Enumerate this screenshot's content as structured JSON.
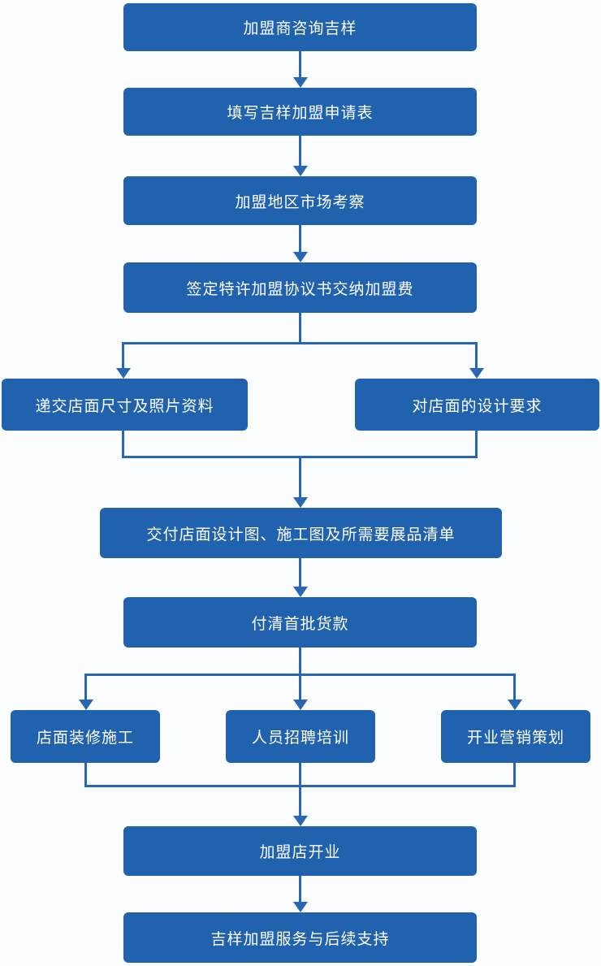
{
  "flowchart": {
    "description": "Franchise joining process flowchart (vertical, top to bottom)",
    "colors": {
      "node_fill": "#2162ae",
      "connector": "#2a67b2",
      "node_text": "#ffffff",
      "background": "#fcfdff"
    },
    "nodes": [
      {
        "id": "consult",
        "label": "加盟商咨询吉样"
      },
      {
        "id": "application-form",
        "label": "填写吉样加盟申请表"
      },
      {
        "id": "market-survey",
        "label": "加盟地区市场考察"
      },
      {
        "id": "sign-agreement",
        "label": "签定特许加盟协议书交纳加盟费"
      },
      {
        "id": "submit-store-info",
        "label": "递交店面尺寸及照片资料"
      },
      {
        "id": "design-requirements",
        "label": "对店面的设计要求"
      },
      {
        "id": "deliver-drawings",
        "label": "交付店面设计图、施工图及所需要展品清单"
      },
      {
        "id": "first-payment",
        "label": "付清首批货款"
      },
      {
        "id": "store-renovation",
        "label": "店面装修施工"
      },
      {
        "id": "staff-recruitment",
        "label": "人员招聘培训"
      },
      {
        "id": "opening-marketing",
        "label": "开业营销策划"
      },
      {
        "id": "store-opening",
        "label": "加盟店开业"
      },
      {
        "id": "followup-support",
        "label": "吉样加盟服务与后续支持"
      }
    ],
    "edges": [
      {
        "from": "consult",
        "to": "application-form"
      },
      {
        "from": "application-form",
        "to": "market-survey"
      },
      {
        "from": "market-survey",
        "to": "sign-agreement"
      },
      {
        "from": "sign-agreement",
        "to": "submit-store-info"
      },
      {
        "from": "sign-agreement",
        "to": "design-requirements"
      },
      {
        "from": "submit-store-info",
        "to": "deliver-drawings"
      },
      {
        "from": "design-requirements",
        "to": "deliver-drawings"
      },
      {
        "from": "deliver-drawings",
        "to": "first-payment"
      },
      {
        "from": "first-payment",
        "to": "store-renovation"
      },
      {
        "from": "first-payment",
        "to": "staff-recruitment"
      },
      {
        "from": "first-payment",
        "to": "opening-marketing"
      },
      {
        "from": "store-renovation",
        "to": "store-opening"
      },
      {
        "from": "staff-recruitment",
        "to": "store-opening"
      },
      {
        "from": "opening-marketing",
        "to": "store-opening"
      },
      {
        "from": "store-opening",
        "to": "followup-support"
      }
    ]
  }
}
